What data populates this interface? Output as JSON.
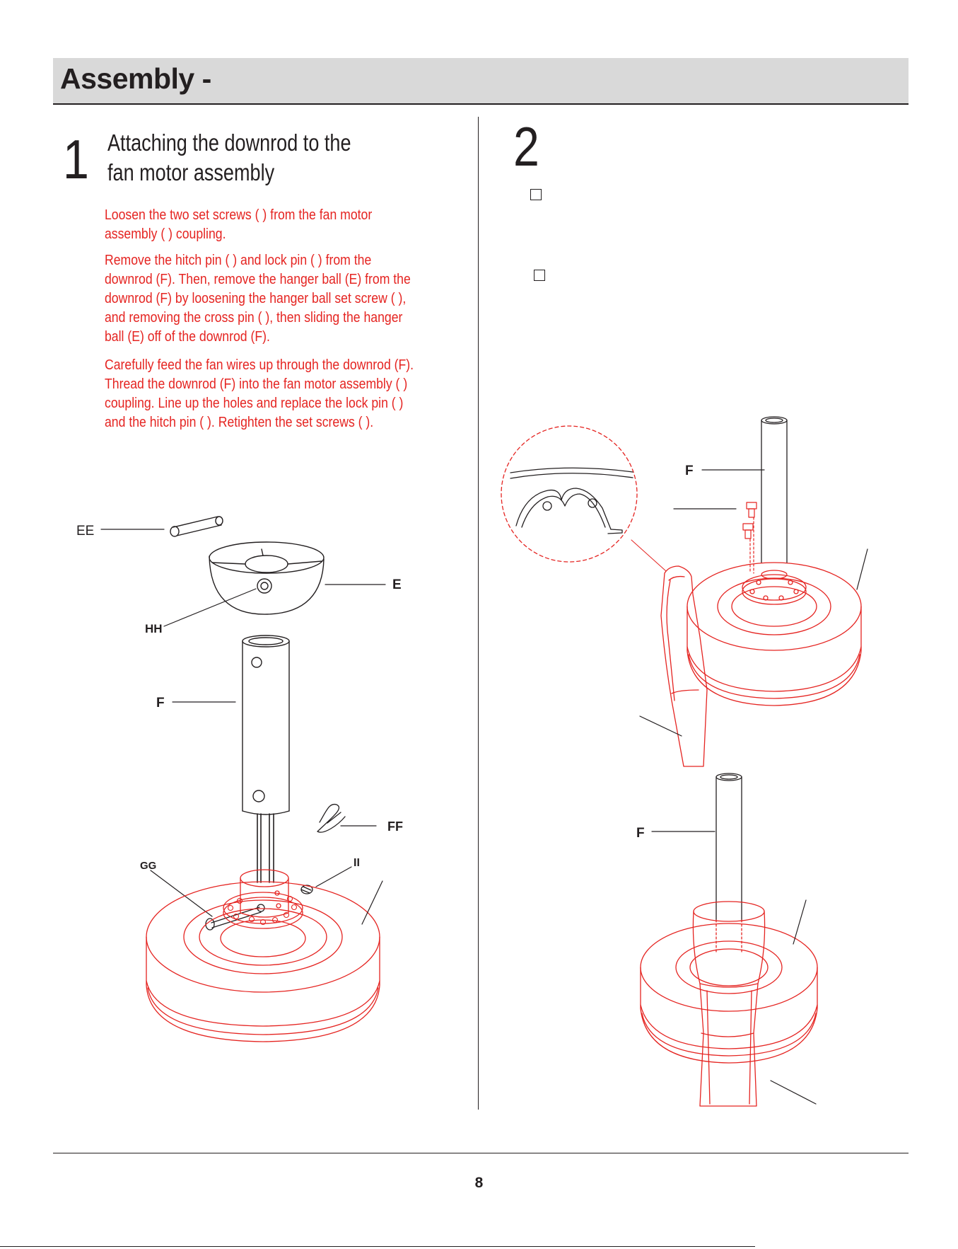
{
  "header": {
    "title": "Assembly - "
  },
  "step1": {
    "number": "1",
    "title_line1": "Attaching the downrod to the",
    "title_line2": "fan motor assembly",
    "instructions": [
      "Loosen the two set screws (     ) from the fan motor assembly (   ) coupling.",
      "Remove the hitch pin (     ) and lock pin (     ) from the downrod (F). Then, remove the hanger ball (E) from the downrod (F) by loosening the hanger ball set screw (     ), and removing the cross pin (     ), then sliding the hanger ball (E) off of the downrod (F).",
      "Carefully feed the fan wires up through the downrod (F). Thread the downrod (F) into the fan motor assembly (   ) coupling. Line up the holes and replace the lock pin (     ) and the hitch pin (     ). Retighten the set screws (   )."
    ],
    "labels": {
      "ee": "EE",
      "e": "E",
      "hh": "HH",
      "f": "F",
      "ff": "FF",
      "gg": "GG",
      "ii": "II"
    }
  },
  "step2": {
    "number": "2",
    "labels": {
      "f_top": "F",
      "f_bottom": "F"
    }
  },
  "footer": {
    "page_number": "8"
  },
  "colors": {
    "accent_red": "#e52421",
    "text": "#231f20",
    "header_bg": "#d9d9d9"
  }
}
